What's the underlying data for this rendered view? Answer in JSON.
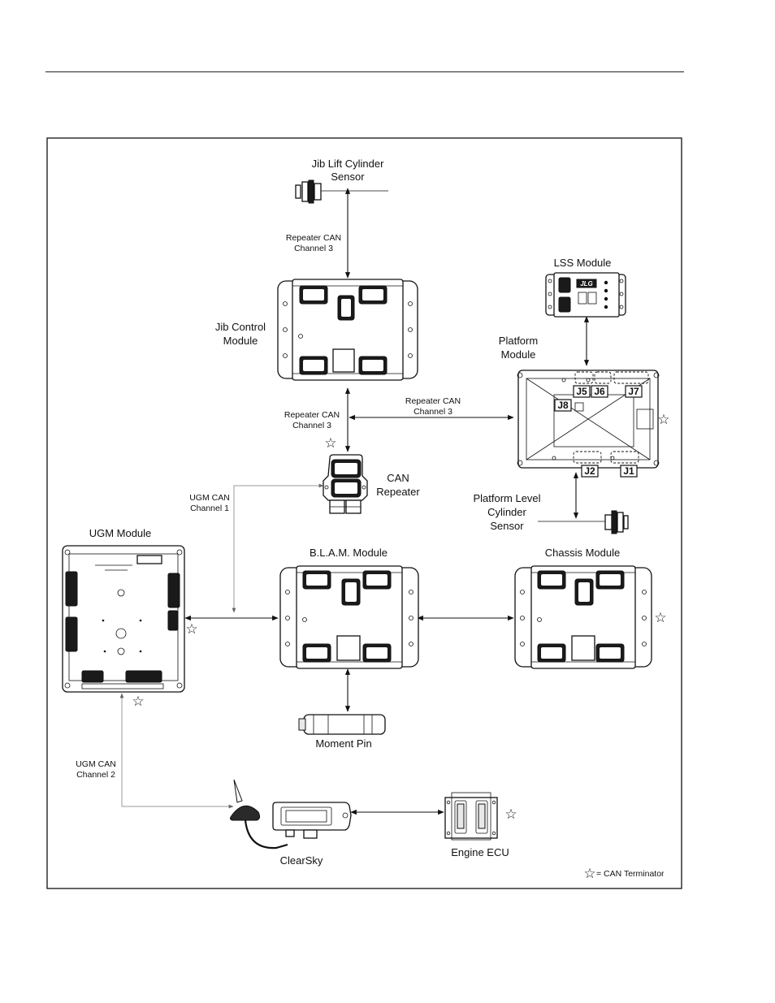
{
  "labels": {
    "jib_sensor_l1": "Jib Lift Cylinder",
    "jib_sensor_l2": "Sensor",
    "repeater_can_ch3_top_l1": "Repeater CAN",
    "repeater_can_ch3_top_l2": "Channel 3",
    "lss_module": "LSS Module",
    "jib_control_l1": "Jib Control",
    "jib_control_l2": "Module",
    "platform_module_l1": "Platform",
    "platform_module_l2": "Module",
    "repeater_can_ch3_mid_l1": "Repeater CAN",
    "repeater_can_ch3_mid_l2": "Channel 3",
    "repeater_can_ch3_right_l1": "Repeater CAN",
    "repeater_can_ch3_right_l2": "Channel 3",
    "can_repeater_l1": "CAN",
    "can_repeater_l2": "Repeater",
    "ugm_can_ch1_l1": "UGM CAN",
    "ugm_can_ch1_l2": "Channel 1",
    "platform_level_l1": "Platform Level",
    "platform_level_l2": "Cylinder",
    "platform_level_l3": "Sensor",
    "ugm_module": "UGM Module",
    "blam_module": "B.L.A.M. Module",
    "chassis_module": "Chassis Module",
    "moment_pin": "Moment Pin",
    "ugm_can_ch2_l1": "UGM CAN",
    "ugm_can_ch2_l2": "Channel 2",
    "clearsky": "ClearSky",
    "engine_ecu": "Engine ECU",
    "legend": "= CAN Terminator"
  },
  "connectors": {
    "j5": "J5",
    "j6": "J6",
    "j7": "J7",
    "j8": "J8",
    "j2": "J2",
    "j1": "J1"
  },
  "lss_logo": "JLG",
  "terminator_symbol": "☆"
}
